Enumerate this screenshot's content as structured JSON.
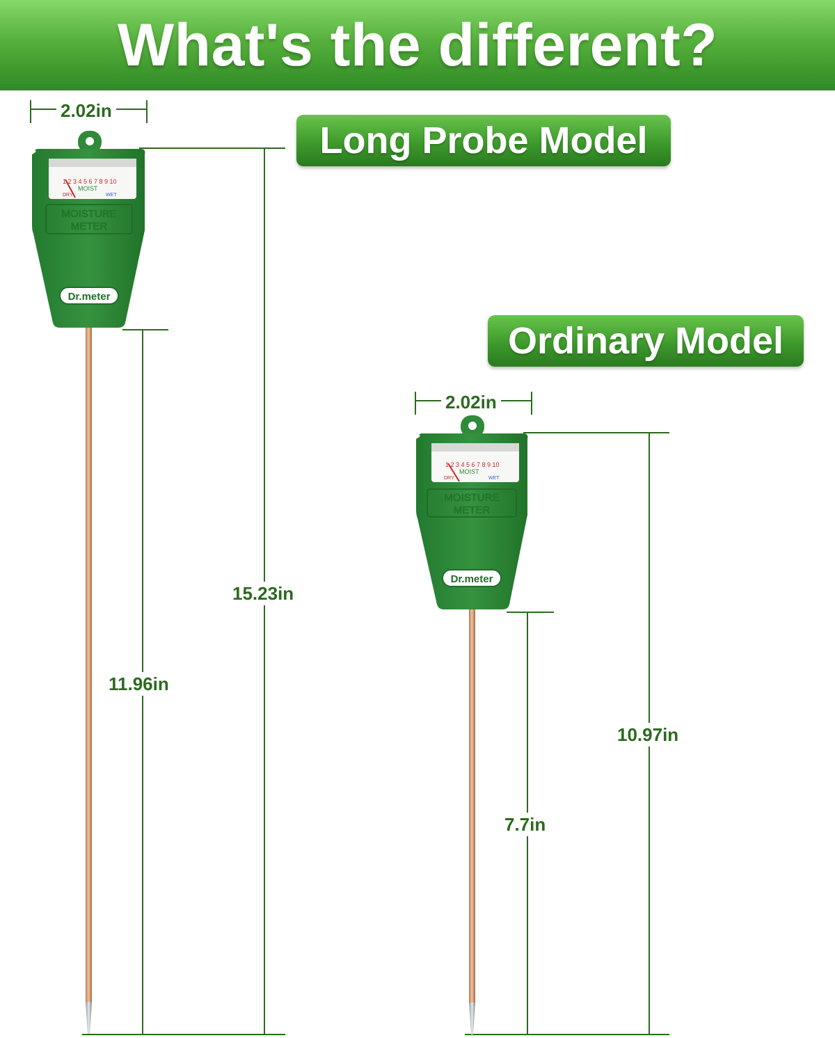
{
  "header": {
    "title": "What's the different?"
  },
  "models": {
    "long": {
      "label": "Long Probe Model",
      "width": "2.02in",
      "total_height": "15.23in",
      "probe_length": "11.96in"
    },
    "ordinary": {
      "label": "Ordinary Model",
      "width": "2.02in",
      "total_height": "10.97in",
      "probe_length": "7.7in"
    }
  },
  "meter": {
    "brand": "Dr.meter",
    "panel_line1": "MOISTURE",
    "panel_line2": "METER",
    "gauge_numbers": "1 2 3 4 5 6 7 8 9 10",
    "gauge_dry": "DRY",
    "gauge_moist": "MOIST",
    "gauge_wet": "WET"
  },
  "colors": {
    "banner_green": "#4caf35",
    "dimension_text": "#2b6a1f",
    "meter_body": "#2f8a3a",
    "probe": "#d79a74"
  }
}
